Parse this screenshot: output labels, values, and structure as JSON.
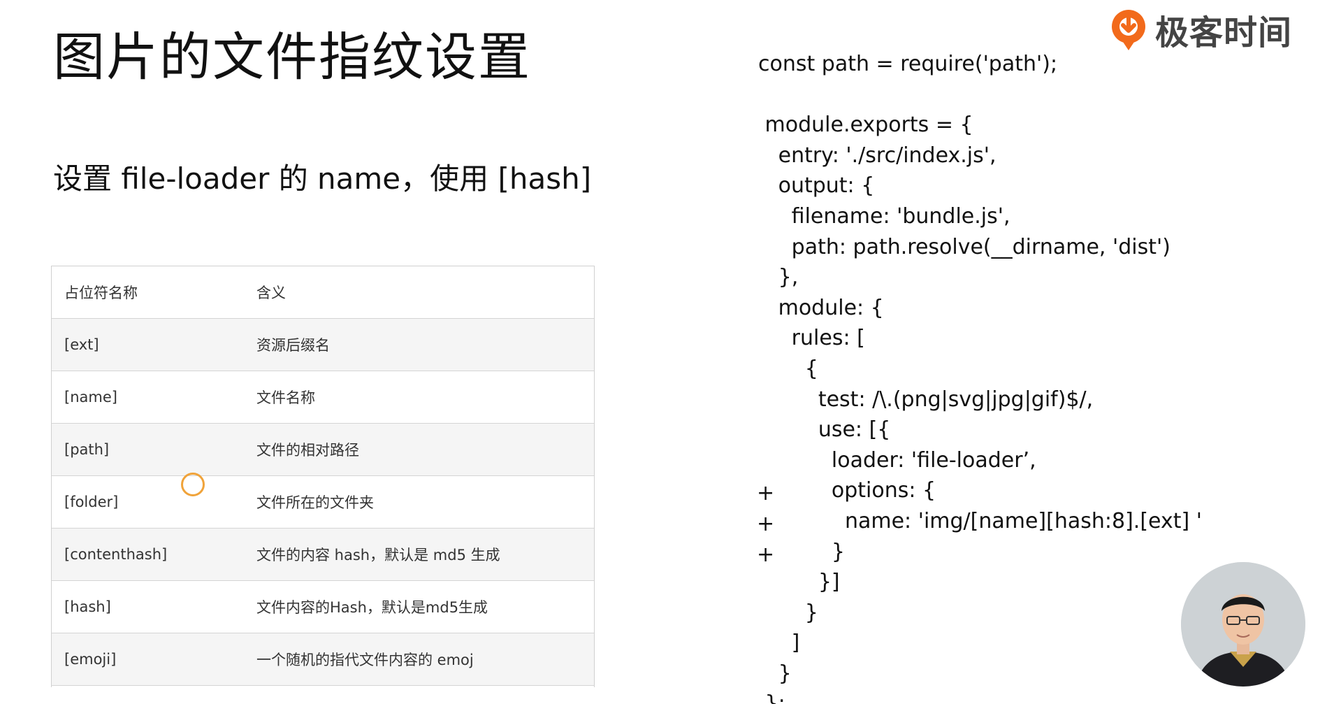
{
  "slide": {
    "title": "图片的文件指纹设置",
    "subtitle": "设置 file-loader 的 name，使用 [hash]"
  },
  "brand": {
    "logo_text": "极客时间",
    "accent_color": "#f26a1b"
  },
  "table": {
    "headers": [
      "占位符名称",
      "含义"
    ],
    "rows": [
      [
        "[ext]",
        "资源后缀名"
      ],
      [
        "[name]",
        "文件名称"
      ],
      [
        "[path]",
        "文件的相对路径"
      ],
      [
        "[folder]",
        "文件所在的文件夹"
      ],
      [
        "[contenthash]",
        "文件的内容 hash，默认是 md5 生成"
      ],
      [
        "[hash]",
        "文件内容的Hash，默认是md5生成"
      ],
      [
        "[emoji]",
        "一个随机的指代文件内容的 emoj"
      ]
    ]
  },
  "code": {
    "lines": [
      "const path = require('path');",
      "",
      " module.exports = {",
      "   entry: './src/index.js',",
      "   output: {",
      "     filename: 'bundle.js',",
      "     path: path.resolve(__dirname, 'dist')",
      "   },",
      "   module: {",
      "     rules: [",
      "       {",
      "         test: /\\.(png|svg|jpg|gif)$/,",
      "         use: [{",
      "           loader: 'file-loader’,",
      "           options: {",
      "             name: 'img/[name][hash:8].[ext] '",
      "           }",
      "         }]",
      "       }",
      "     ]",
      "   }",
      " };"
    ],
    "added_markers": [
      "+",
      "+",
      "+"
    ]
  }
}
